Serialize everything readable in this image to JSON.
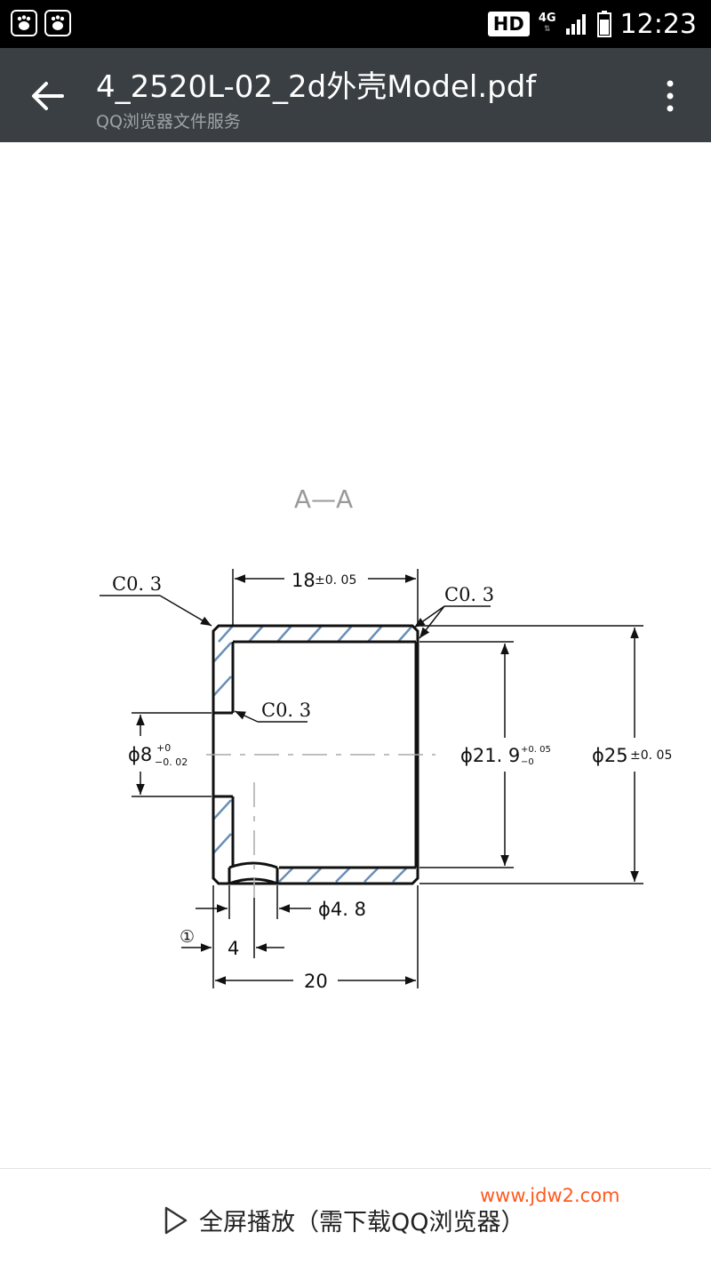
{
  "status_bar": {
    "hd_label": "HD",
    "network_type": "4G",
    "time": "12:23"
  },
  "app_bar": {
    "title": "4_2520L-02_2d外壳Model.pdf",
    "subtitle": "QQ浏览器文件服务"
  },
  "drawing": {
    "section_label": "A—A",
    "chamfer_top_left": "C0. 3",
    "chamfer_top_right": "C0. 3",
    "chamfer_inner": "C0. 3",
    "dim_length_main": "18",
    "dim_length_main_tol": "±0. 05",
    "dim_bore_prefix": "ϕ8",
    "dim_bore_tol_upper": "+0",
    "dim_bore_tol_lower": "−0. 02",
    "dim_inner_dia": "ϕ21. 9",
    "dim_inner_dia_tol_upper": "+0. 05",
    "dim_inner_dia_tol_lower": "−0",
    "dim_outer_dia": "ϕ25",
    "dim_outer_dia_tol": "±0. 05",
    "dim_hole": "ϕ4. 8",
    "dim_hole_pos": "4",
    "dim_overall_length": "20",
    "note_marker": "①"
  },
  "bottom_bar": {
    "fullscreen_label": "全屏播放（需下载QQ浏览器）",
    "watermark": "www.jdw2.com"
  },
  "colors": {
    "app_bar_bg": "#3a3f43",
    "hatch": "#6a8fb8",
    "watermark": "#ff5a1f"
  }
}
